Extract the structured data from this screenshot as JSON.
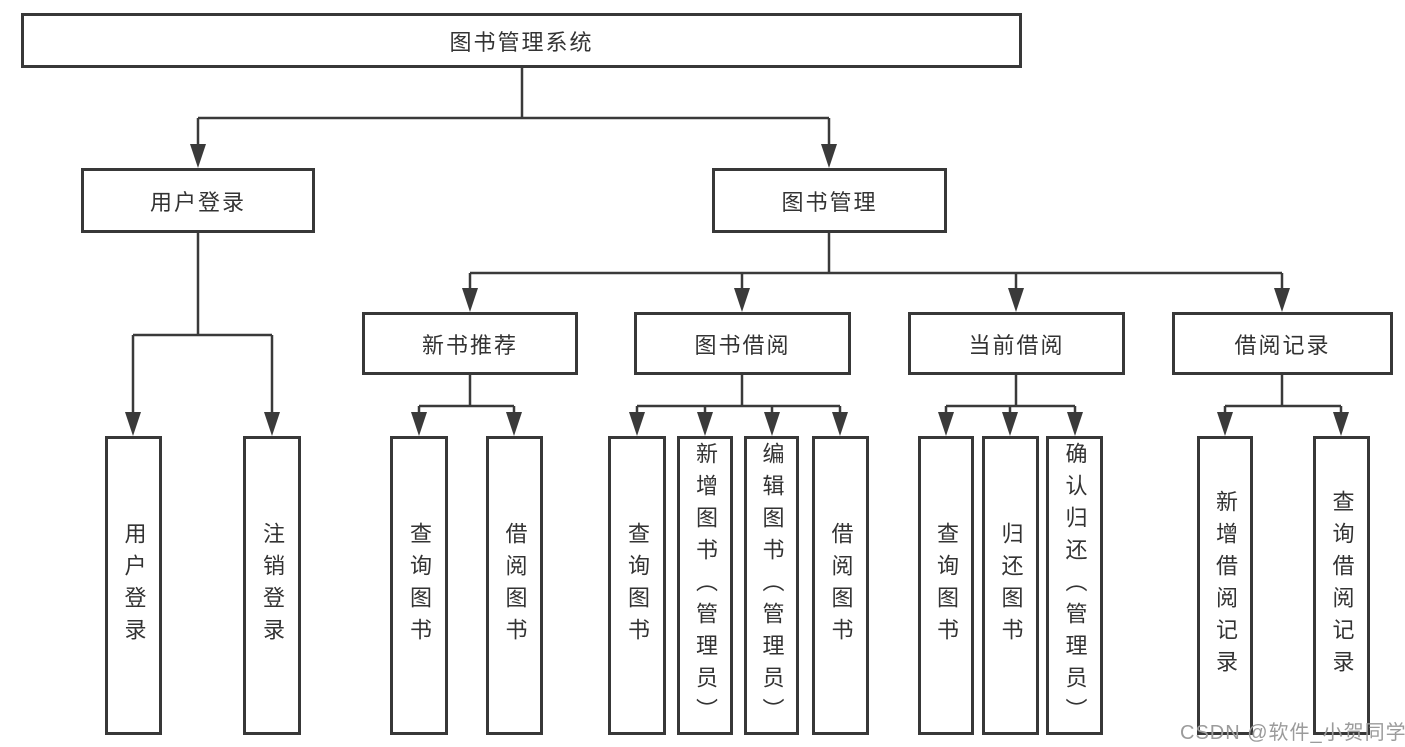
{
  "nodes": {
    "root": "图书管理系统",
    "branch_user_login": "用户登录",
    "branch_book_mgmt": "图书管理",
    "cat_new_book_rec": "新书推荐",
    "cat_book_borrowing": "图书借阅",
    "cat_current_borrowing": "当前借阅",
    "cat_borrowing_records": "借阅记录",
    "leaf_user_login": "用户登录",
    "leaf_logout": "注销登录",
    "leaf_query_books_1": "查询图书",
    "leaf_borrow_books_1": "借阅图书",
    "leaf_query_books_2": "查询图书",
    "leaf_add_books_admin": "新增图书（管理员）",
    "leaf_edit_books_admin": "编辑图书（管理员）",
    "leaf_borrow_books_2": "借阅图书",
    "leaf_query_books_3": "查询图书",
    "leaf_return_books": "归还图书",
    "leaf_confirm_return_admin": "确认归还（管理员）",
    "leaf_add_borrow_record": "新增借阅记录",
    "leaf_query_borrow_record": "查询借阅记录"
  },
  "watermark": {
    "text": "CSDN @软件_小贺同学"
  },
  "colors": {
    "line": "#3a3a3a",
    "box_border": "#383838",
    "text": "#333333",
    "watermark": "#9b9b9b",
    "background": "#ffffff"
  }
}
